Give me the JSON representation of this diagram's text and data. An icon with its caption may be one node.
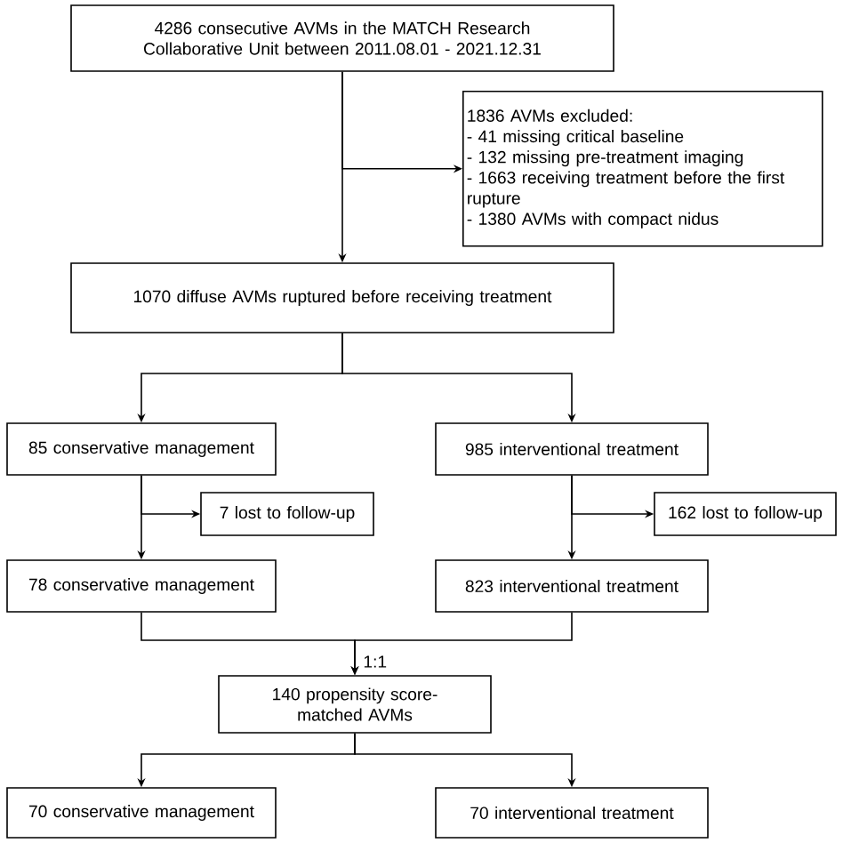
{
  "diagram": {
    "nodes": [
      {
        "text": [
          "4286 consecutive AVMs in the MATCH Research Collaborative Unit between 2011.08.01 - 2021.12.31"
        ]
      },
      {
        "text": [
          "1836 AVMs excluded:",
          "- 41 missing critical baseline",
          "- 132 missing pre-treatment imaging",
          "- 1663 receiving treatment before the first rupture",
          "- 1380 AVMs with compact nidus"
        ]
      },
      {
        "text": [
          "1070 diffuse AVMs ruptured before receiving treatment"
        ]
      },
      {
        "text": [
          "85 conservative management"
        ]
      },
      {
        "text": [
          "985 interventional treatment"
        ]
      },
      {
        "text": [
          "7 lost to follow-up"
        ]
      },
      {
        "text": [
          "78 conservative management"
        ]
      },
      {
        "text": [
          "162 lost to follow-up"
        ]
      },
      {
        "text": [
          "823 interventional treatment"
        ]
      },
      {
        "text": [
          "140 propensity score-matched AVMs"
        ]
      },
      {
        "text": [
          "70 conservative management"
        ]
      },
      {
        "text": [
          "70 interventional treatment"
        ]
      }
    ],
    "edges": [
      {
        "from": 0,
        "to": 2,
        "arrow": "to"
      },
      {
        "from": 0,
        "to": 1,
        "arrow": "to"
      },
      {
        "from": 2,
        "to": 3,
        "arrow": "to"
      },
      {
        "from": 2,
        "to": 4,
        "arrow": "to"
      },
      {
        "from": 3,
        "to": 6,
        "arrow": "to"
      },
      {
        "from": 3,
        "to": 5,
        "arrow": "to"
      },
      {
        "from": 4,
        "to": 8,
        "arrow": "to"
      },
      {
        "from": 4,
        "to": 7,
        "arrow": "to"
      },
      {
        "from": 6,
        "to": 9,
        "arrow": "to"
      },
      {
        "from": 8,
        "to": 9,
        "arrow": "to"
      },
      {
        "from": 9,
        "to": 10,
        "arrow": "to"
      },
      {
        "from": 9,
        "to": 11,
        "arrow": "to"
      }
    ],
    "labels": [
      "1:1"
    ]
  }
}
